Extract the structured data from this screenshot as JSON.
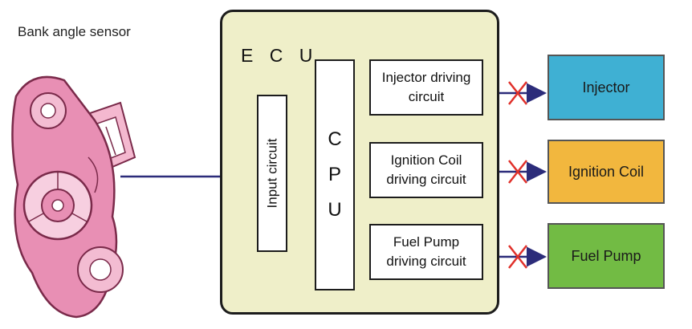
{
  "sensor": {
    "label": "Bank angle sensor",
    "icon": "bank-angle-sensor-icon"
  },
  "ecu": {
    "label": "E C U",
    "input_circuit": "Input circuit",
    "cpu_letters": [
      "C",
      "P",
      "U"
    ],
    "drivers": [
      {
        "label": "Injector driving\ncircuit"
      },
      {
        "label": "Ignition Coil\ndriving circuit"
      },
      {
        "label": "Fuel Pump\ndriving circuit"
      }
    ]
  },
  "outputs": [
    {
      "label": "Injector",
      "color": "#3fb0d3"
    },
    {
      "label": "Ignition Coil",
      "color": "#f2b73e"
    },
    {
      "label": "Fuel Pump",
      "color": "#72bb44"
    }
  ],
  "colors": {
    "ecu_fill": "#efefc9",
    "connector_line": "#2c2c7a",
    "cut_mark": "#e0302a",
    "sensor_fill": "#e88fb4"
  }
}
